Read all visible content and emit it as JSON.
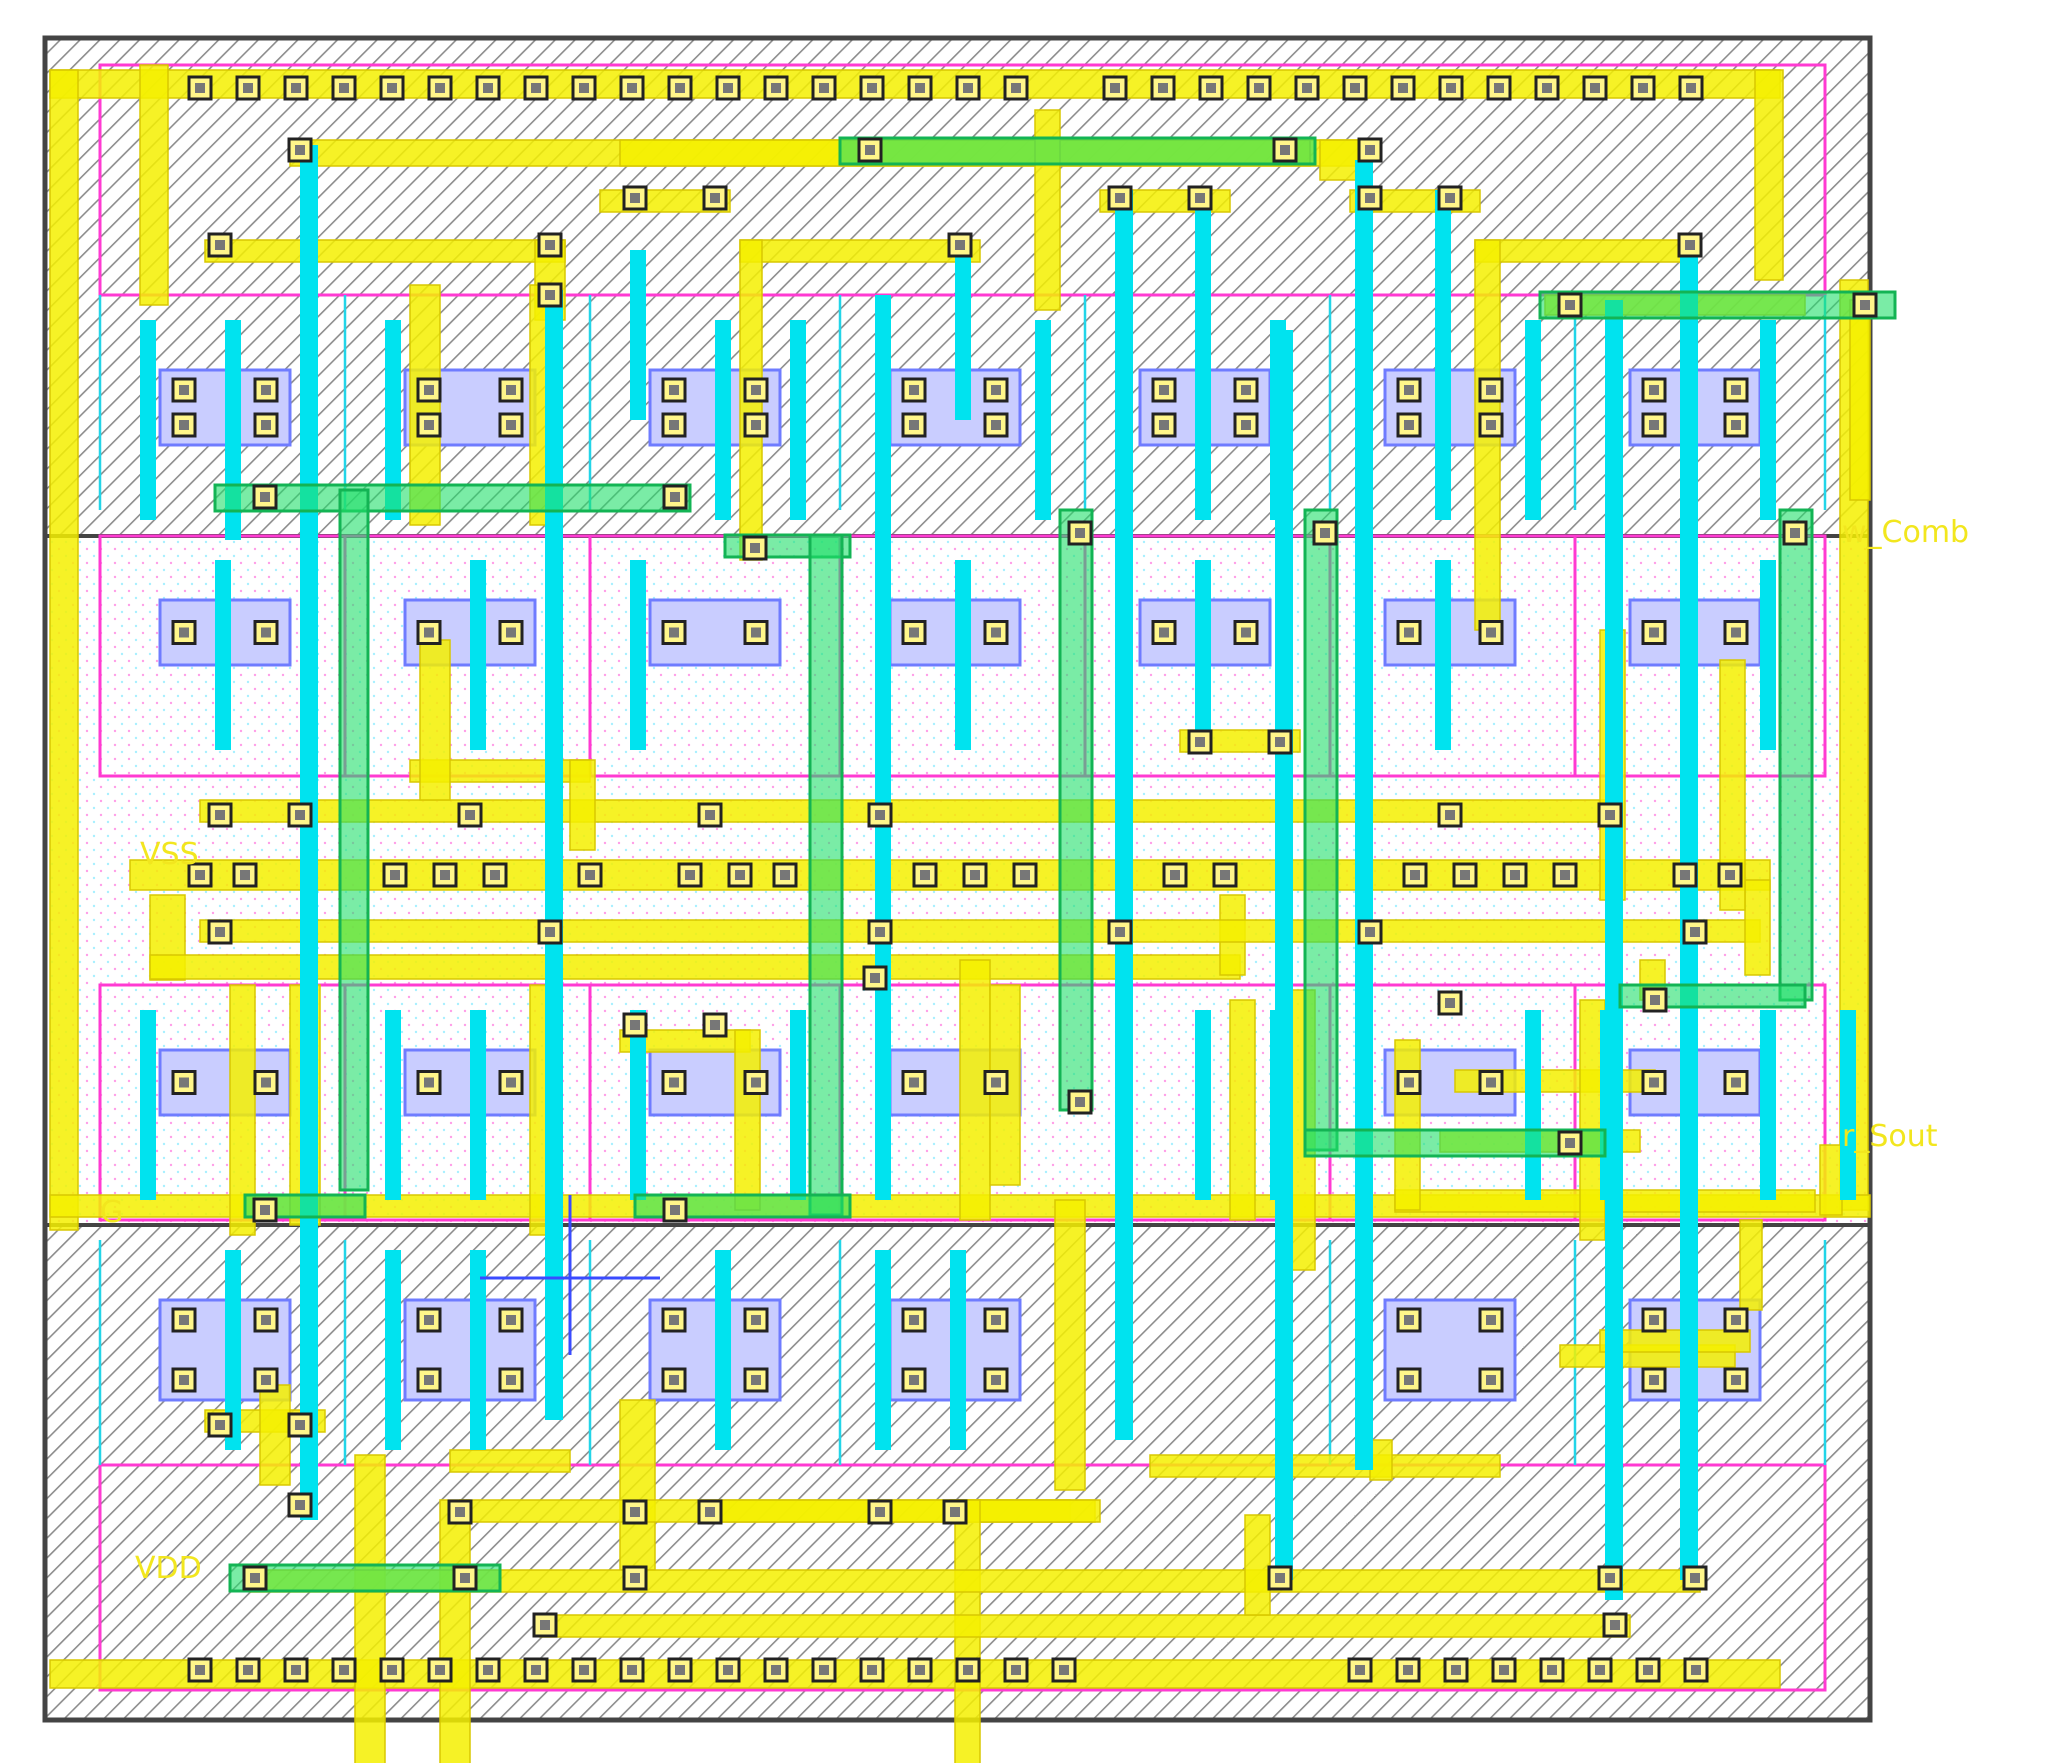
{
  "diagram": {
    "pin_labels": {
      "top_right": "w_Comb",
      "vdd_left": "VSS",
      "bottom_right": "r_Sout",
      "lower_left": "VDD",
      "mid_left": "G"
    },
    "colors": {
      "background": "#ffffff",
      "boundary": "#444444",
      "hatch": "#8c8c8c",
      "metal1": "#f5f000",
      "metal2": "#00e3ef",
      "metal3": "#22e06a",
      "nwell": "#ff3ad2",
      "poly": "#6f7cff",
      "label": "#f2e61e",
      "contact": "#222222"
    }
  }
}
